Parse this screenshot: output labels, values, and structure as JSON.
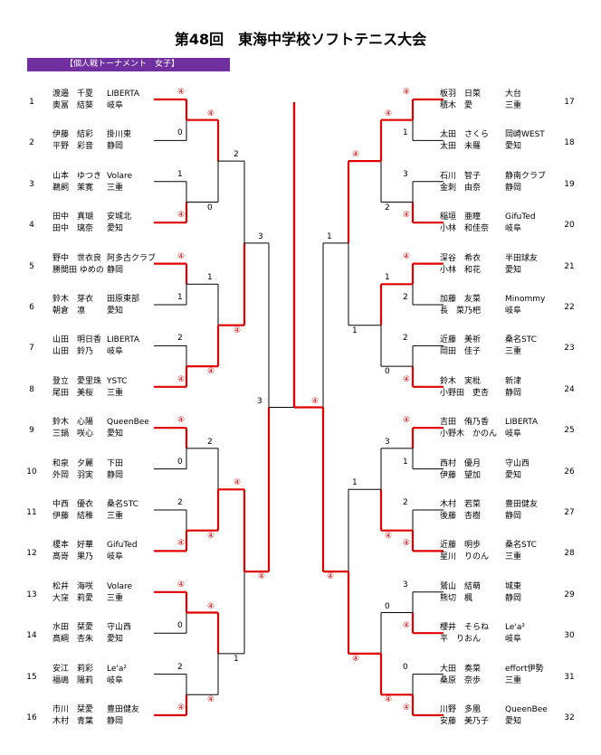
{
  "title": "第48回　東海中学校ソフトテニス大会",
  "category": "【個人戦トーナメント　女子】",
  "left_entries": [
    {
      "n": "1",
      "p1": "渡邉　千夏",
      "p2": "奥冨　結葵",
      "c1": "LIBERTA",
      "c2": "岐阜",
      "score": "④"
    },
    {
      "n": "2",
      "p1": "伊藤　結彩",
      "p2": "平野　彩音",
      "c1": "掛川東",
      "c2": "静岡",
      "score": "0"
    },
    {
      "n": "3",
      "p1": "山本　ゆつき",
      "p2": "鵜飼　茉寛",
      "c1": "Volare",
      "c2": "三重",
      "score": "1"
    },
    {
      "n": "4",
      "p1": "田中　真瑚",
      "p2": "田中　璃奈",
      "c1": "安城北",
      "c2": "愛知",
      "score": "④"
    },
    {
      "n": "5",
      "p1": "野中　世衣良",
      "p2": "勝間田 ゆめの",
      "c1": "阿多古クラブ",
      "c2": "静岡",
      "score": "④"
    },
    {
      "n": "6",
      "p1": "鈴木　芽衣",
      "p2": "朝倉　凛",
      "c1": "田原東部",
      "c2": "愛知",
      "score": "1"
    },
    {
      "n": "7",
      "p1": "山田　明日香",
      "p2": "山田　鈴乃",
      "c1": "LIBERTA",
      "c2": "岐阜",
      "score": "2"
    },
    {
      "n": "8",
      "p1": "登立　愛里珠",
      "p2": "尾田　美桜",
      "c1": "YSTC",
      "c2": "三重",
      "score": "④"
    },
    {
      "n": "9",
      "p1": "鈴木　心陽",
      "p2": "三鍋　咲心",
      "c1": "QueenBee",
      "c2": "愛知",
      "score": "④"
    },
    {
      "n": "10",
      "p1": "和泉　夕麗",
      "p2": "外岡　羽実",
      "c1": "下田",
      "c2": "静岡",
      "score": "0"
    },
    {
      "n": "11",
      "p1": "中西　優衣",
      "p2": "伊藤　結稚",
      "c1": "桑名STC",
      "c2": "三重",
      "score": "2"
    },
    {
      "n": "12",
      "p1": "榎本　好華",
      "p2": "髙嵜　果乃",
      "c1": "GifuTed",
      "c2": "岐阜",
      "score": "④"
    },
    {
      "n": "13",
      "p1": "松井　海咲",
      "p2": "大窪　莉愛",
      "c1": "Volare",
      "c2": "三重",
      "score": "④"
    },
    {
      "n": "14",
      "p1": "水田　栞愛",
      "p2": "髙綱　杏朱",
      "c1": "守山西",
      "c2": "愛知",
      "score": "0"
    },
    {
      "n": "15",
      "p1": "安江　莉彩",
      "p2": "福嶋　陽莉",
      "c1": "Le'a²",
      "c2": "岐阜",
      "score": "2"
    },
    {
      "n": "16",
      "p1": "市川　栞愛",
      "p2": "木村　青葉",
      "c1": "豊田健友",
      "c2": "静岡",
      "score": "④"
    }
  ],
  "right_entries": [
    {
      "n": "17",
      "p1": "板羽　日菜",
      "p2": "積木　愛",
      "c1": "大台",
      "c2": "三重",
      "score": "④"
    },
    {
      "n": "18",
      "p1": "太田　さくら",
      "p2": "太田　未羅",
      "c1": "岡崎WEST",
      "c2": "愛知",
      "score": "1"
    },
    {
      "n": "19",
      "p1": "石川　智子",
      "p2": "金刺　由奈",
      "c1": "静南クラブ",
      "c2": "静岡",
      "score": "3"
    },
    {
      "n": "20",
      "p1": "稲垣　亜瞳",
      "p2": "小林　和佳奈",
      "c1": "GifuTed",
      "c2": "岐阜",
      "score": "④"
    },
    {
      "n": "21",
      "p1": "深谷　希衣",
      "p2": "小林　和花",
      "c1": "半田球友",
      "c2": "愛知",
      "score": "④"
    },
    {
      "n": "22",
      "p1": "加藤　友菜",
      "p2": "長　菜乃杷",
      "c1": "Minommy",
      "c2": "岐阜",
      "score": "2"
    },
    {
      "n": "23",
      "p1": "近藤　美祈",
      "p2": "岡田　佳子",
      "c1": "桑名STC",
      "c2": "三重",
      "score": "2"
    },
    {
      "n": "24",
      "p1": "鈴木　実枇",
      "p2": "小野田　吏杏",
      "c1": "新津",
      "c2": "静岡",
      "score": "④"
    },
    {
      "n": "25",
      "p1": "吉田　侑乃香",
      "p2": "小野木　かのん",
      "c1": "LIBERTA",
      "c2": "岐阜",
      "score": "④"
    },
    {
      "n": "26",
      "p1": "西村　優月",
      "p2": "伊藤　望加",
      "c1": "守山西",
      "c2": "愛知",
      "score": "1"
    },
    {
      "n": "27",
      "p1": "木村　若菜",
      "p2": "後藤　杏樹",
      "c1": "豊田健友",
      "c2": "静岡",
      "score": "2"
    },
    {
      "n": "28",
      "p1": "近藤　明歩",
      "p2": "星川　りのん",
      "c1": "桑名STC",
      "c2": "三重",
      "score": "④"
    },
    {
      "n": "29",
      "p1": "鷲山　結萌",
      "p2": "熊切　楓",
      "c1": "城東",
      "c2": "静岡",
      "score": "3"
    },
    {
      "n": "30",
      "p1": "櫻井　そらね",
      "p2": "平　りおん",
      "c1": "Le'a²",
      "c2": "岐阜",
      "score": "④"
    },
    {
      "n": "31",
      "p1": "大田　奏菜",
      "p2": "桑原　奈歩",
      "c1": "effort伊勢",
      "c2": "三重",
      "score": "0"
    },
    {
      "n": "32",
      "p1": "川野　多凰",
      "p2": "安藤　美乃子",
      "c1": "QueenBee",
      "c2": "愛知",
      "score": "④"
    }
  ],
  "left_r2_scores": [
    "④",
    "0",
    "1",
    "④",
    "2",
    "④",
    "④",
    "④"
  ],
  "left_r3_scores": [
    "2",
    "④",
    "④",
    "1"
  ],
  "left_r4_scores": [
    "3",
    "④"
  ],
  "left_final_score": "3",
  "right_r2_scores": [
    "④",
    "2",
    "1",
    "0",
    "3",
    "④",
    "0",
    "④"
  ],
  "right_r3_scores": [
    "④",
    "1",
    "1",
    "④"
  ],
  "right_r4_scores": [
    "1",
    "④"
  ],
  "right_final_score": "④",
  "colors": {
    "win": "#e00000",
    "line": "#000000",
    "banner": "#7030a0"
  }
}
